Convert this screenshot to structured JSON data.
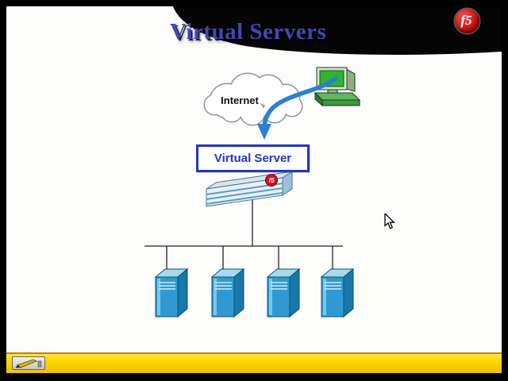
{
  "slide": {
    "title": "Virtual Servers"
  },
  "branding": {
    "logo_text": "f5"
  },
  "diagram": {
    "internet": {
      "label": "Internet"
    },
    "virtual_server": {
      "label": "Virtual Server"
    },
    "appliance": {
      "logo_text": "f5"
    },
    "server_count": 4
  },
  "colors": {
    "title_blue": "#3f49b5",
    "virtual_server_blue": "#2437c0",
    "arrow_blue": "#2b7fd4",
    "server_front_blue": "#2f9ad2",
    "logo_red": "#c40a0a",
    "toolbar_yellow": "#fed600",
    "cloud_outline_gray": "#8e979e"
  },
  "icons": {
    "pencil_tool": "pencil-icon",
    "client_computer": "client-computer-icon",
    "internet_cloud": "internet-cloud",
    "mouse_cursor": "mouse-cursor"
  }
}
